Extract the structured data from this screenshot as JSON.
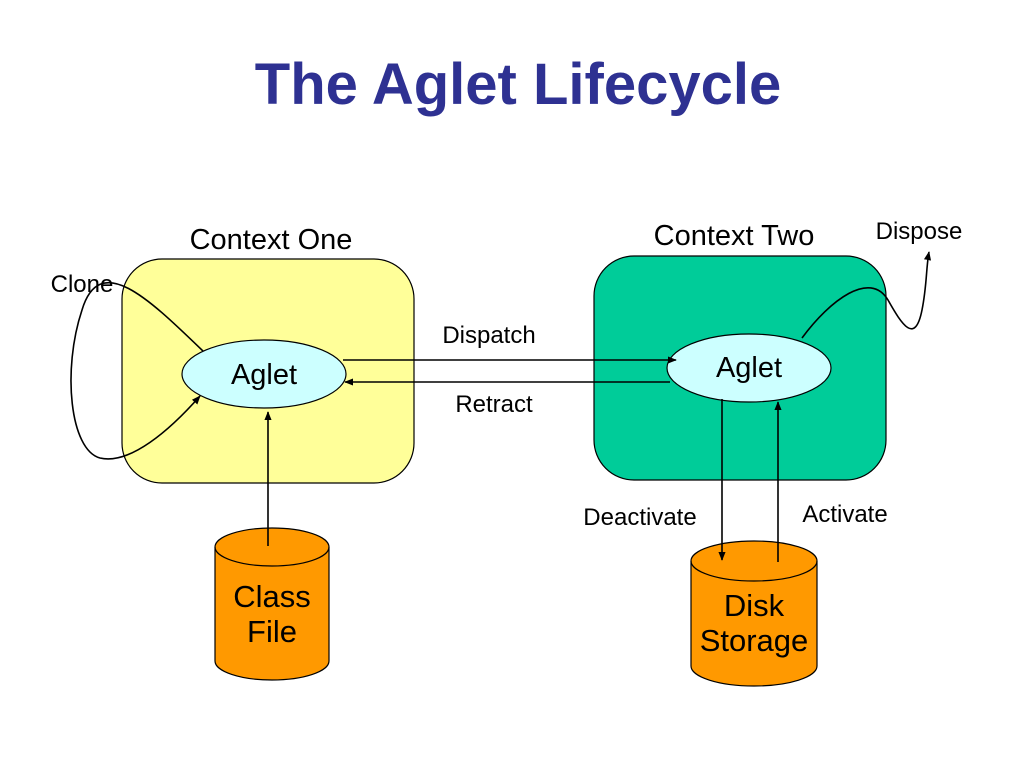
{
  "title": "The Aglet Lifecycle",
  "colors": {
    "title": "#2e3192",
    "context_one_fill": "#ffff99",
    "context_two_fill": "#00cc99",
    "aglet_fill": "#ccffff",
    "storage_fill": "#ff9900"
  },
  "contexts": {
    "one": {
      "label": "Context One"
    },
    "two": {
      "label": "Context Two"
    }
  },
  "nodes": {
    "aglet_one": "Aglet",
    "aglet_two": "Aglet",
    "class_file": {
      "line1": "Class",
      "line2": "File"
    },
    "disk_storage": {
      "line1": "Disk",
      "line2": "Storage"
    }
  },
  "edges": {
    "clone": "Clone",
    "dispatch": "Dispatch",
    "retract": "Retract",
    "dispose": "Dispose",
    "deactivate": "Deactivate",
    "activate": "Activate"
  }
}
